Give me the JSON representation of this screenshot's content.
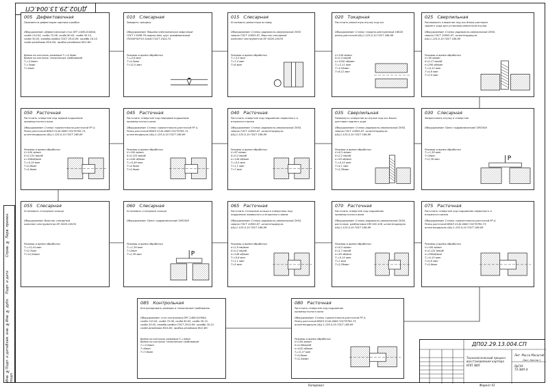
{
  "stamp_code": "ДП02.29.13.004.СП",
  "title_block": {
    "code": "ДП02.29.13.004.СП",
    "name": "Технологический процесс восстановления картера КПП ЗИЛ",
    "literal": "Лит.  Масса  Масштаб",
    "organization": "ЯрГАУ\nТЭ-ЗИЛ-4",
    "sheets": "Лист  Листов 1"
  },
  "footer": {
    "copied": "Копировал",
    "format": "Формат А1"
  },
  "side_labels": [
    "Перв. примен.",
    "Справ. №",
    "Подп. и дата",
    "Инв. № дубл.",
    "Взам. инв. №",
    "Подп. и дата",
    "Инв. № подл."
  ],
  "operations": [
    {
      "id": "op005",
      "num": "005",
      "name": "Дефектовочная",
      "desc": "Произвести дефектацию картера коробки",
      "equip": "Оборудование: Дефектовочный стол ОРГ-1468-01080А,\nскоба 110.05, скоба 72.06, скоба 90.05, скоба 30.15,\nскоба 30.05, калибр-пробка ГОСТ 2015-89, калибр 16.15,\nскоба резьбовая М10-6Н, пробка резьбовая М12-6Н",
      "regimes": "Время на контроль размеров  Тₒ=4,0мин\nВремя на контроль технических требований\nТₒ=2,0мин\nТₒ=3мин\nТ=1мин"
    },
    {
      "id": "op010",
      "num": "010",
      "name": "Слесарная",
      "desc": "Заварить трещину",
      "equip": "Оборудование: Машина электрическая сварочный\nГОСТ 11096-76 сварка 4мм, круг шлифовальный\nПП400*40*10 24А40 ГОСТ 2424-75",
      "regimes": "Режимы и время обработки\nТₒ=2,6 мин\nТ=4,5мин\nТ=12,5 мин"
    },
    {
      "id": "op015",
      "num": "015",
      "name": "Слесарная",
      "desc": "Установить ремонтную вставку",
      "equip": "Оборудование: Станок радиально-сверлильный 2Н55\nсверло ГОСТ 10903-87, Верстак слесарный\nкомплект инструментов ОР-5526-1УХЛ4",
      "regimes": "Режимы и время обработки\nТₒ=3,2 мин\nТ=7,4 мин\nТ=6 мин"
    },
    {
      "id": "op020",
      "num": "020",
      "name": "Токарная",
      "desc": "Расточить ремонтную втулку под ось",
      "equip": "Оборудование: Станок токарно-винторезный 16К20\nрезец расточной ШЦ-1-125-0,10 ГОСТ 166-89",
      "regimes": "V=158 м/мин\nS=0,4 мм/об\nn=1030 об/мин\nТₒ=2,11 мин\nТ=3,05мин\nТ=6,12 мин"
    },
    {
      "id": "op025",
      "num": "025",
      "name": "Сверлильная",
      "desc": "Рассверлить отверстие под ось блока шестерен\nзаднего хода для установки ремонтной втулки",
      "equip": "Оборудование: Станок радиально-сверлильный 2Н55,\nсверло ГОСТ 10903-87, штангенциркуль\nШЦ-1-125-0,10 ГОСТ 166-89",
      "regimes": "Режимы и время обработки\nV=30 м/мин\nS=0,17 мм/об\nn=290 об/мин\nТₒ=0,12 мин\nТ=4,6 мин\nТ=2,9 мин"
    },
    {
      "id": "op050",
      "num": "050",
      "name": "Расточная",
      "desc": "Расточить отверстие под задний подшипник\nпромежуточного вала",
      "equip": "Оборудование: Станок горизонтально-расточной РР-4,\nРезец расточной ВК8Л 2140-0060 ГОСТ9795-73,\nштангенциркуль ШЦ-1-125-0,10 ГОСТ 166-89",
      "regimes": "Режимы и время обработки\nV=100 м/мин\nS=0,125 мм/об\nn=308об/мин\nТₒ=0,19 мин\nТ=0,8мин\nТ=5,9мин"
    },
    {
      "id": "op045",
      "num": "045",
      "name": "Расточная",
      "desc": "Расточить отверстие под передний подшипник\nпромежуточного вала",
      "equip": "Оборудование: Станок горизонтально-расточной РР-4,\nРезец расточной ВК8Л 2140-0060 ГОСТ9795-73,\nштангенциркуль ШЦ-1-125-0,10 ГОСТ 166-89",
      "regimes": "Режимы и время обработки\nV=100 м/мин\nS=0,125 мм/об\nn=448 об/мин\nТₒ=0,49 мин\nТ=4,9мин\nТ=5,9мин"
    },
    {
      "id": "op040",
      "num": "040",
      "name": "Расточная",
      "desc": "Расточить отверстие под подшипник первичного и\nвторичного валов",
      "equip": "Оборудование: Станок радиально-сверлильный 2Н55,\nсверло ГОСТ 10903-87, штангенциркуль\nШЦ-1-125-0,10 ГОСТ 166-89",
      "regimes": "Режимы и время обработки\nV=87 м/мин\nS=0,2 мм/об\nn=148 об/мин\nТₒ=0,5 мин\nТ=1,1 мин\nТ=7 мин"
    },
    {
      "id": "op035",
      "num": "035",
      "name": "Сверлильная",
      "desc": "Развернуть отверстие во втулке под ось блока\nшестерен заднего хода",
      "equip": "Оборудование: Станок радиально-сверлильный 2Н55,\nсверло ГОСТ 10903-87, штангенциркуль\nШЦ-1-125-0,10 ГОСТ 166-89",
      "regimes": "Режимы и время обработки\nV=6,3 м/мин\nS=2,2 мм/об\nn=49 об/мин\nТₒ=0,15 мин\nТ=5,1 мин\nТ=2,29мин"
    },
    {
      "id": "op030",
      "num": "030",
      "name": "Слесарная",
      "desc": "Запрессовать втулку в отверстие",
      "equip": "Оборудование: Пресс гидравлический ГАРО308",
      "regimes": "Режимы и время обработки\nТₒ=1,39 мин\nТ=2мин\nТ=2,39 мин"
    },
    {
      "id": "op055",
      "num": "055",
      "name": "Слесарная",
      "desc": "Установить стопорные кольца",
      "equip": "Оборудование: Верстак слесарный\nкомплект инструментов ОР-5526-1УХЛ4",
      "regimes": "Режимы и время обработки\nТₒ=13,44 мин\nТ=0,7мин\nТ=14,54мин"
    },
    {
      "id": "op060",
      "num": "060",
      "name": "Слесарная",
      "desc": "Установить стопорные кольца",
      "equip": "Оборудование: Пресс гидравлический ГАРО308",
      "regimes": "Режимы и время обработки\nТₒ=1,39 мин\nТ=2мин\nТ=2,39 мин"
    },
    {
      "id": "op065",
      "num": "065",
      "name": "Расточная",
      "desc": "Расточить стопорные кольца в отверстиях под\nподшипник первичного и вторичного валов",
      "equip": "Оборудование: Станок радиально-сверлильный 2Н55,\nсверло ГОСТ 10903-87, штангенциркуль\nШЦ-1-125-0,10 ГОСТ 166-89",
      "regimes": "Режимы и время обработки\nn=2,9 мм/мин\nS=0,2 мм/об\nn=148 об/мин\nТₒ=0,6 мин\nТ=1,1 мин\nТ=5 мин"
    },
    {
      "id": "op070",
      "num": "070",
      "name": "Расточная",
      "desc": "Расточить отверстие под подшипник\nпромежуточного вала",
      "equip": "Оборудование: Станок радиально-сверлильный 2Н55,\nрасточник, разбортовка НМ 100-106, штангенциркуль\nШЦ-1-125-0,10 ГОСТ 166-89",
      "regimes": "Режимы и время обработки\nV=6,3 м/мин\nS=2,7 мм/об\nn=49 об/мин\nТₒ=0,15 мин\nТ=1 мин\nТ=2,29мин"
    },
    {
      "id": "op075",
      "num": "075",
      "name": "Расточная",
      "desc": "Расточить отверстие под подшипник первичного и\nвторичного валов",
      "equip": "Оборудование: Станок горизонтально-расточной РР-4,\nРезец расточной ВК8Л 2140-0060 ГОСТ9795-73,\nштангенциркуль ШЦ-1-125-0,10 ГОСТ 166-89",
      "regimes": "Режимы и время обработки\nV=100 м/мин\nS=0,125 мм/об\nn=290об/мин\nТₒ=0,15 мин\nТ=0,8 мин\nТ=5,6мин"
    },
    {
      "id": "op085",
      "num": "085",
      "name": "Контрольная",
      "desc": "Контролировать размеры и технические требования",
      "equip": "Оборудование: стол контролера ОРГ-1468-01090А,\nскоба 110.05, скоба 72.06, скоба 90.05, скоба 30.15,\nскоба 30.05, калибр-пробка ГОСТ 2015-89, калибр 16.15,\nскоба резьбовая М10-6Н, пробка резьбовая М12-6Н",
      "regimes": "Время на контроль размеров  Тₒ=4мин\nВремя на контроль технических требований\nТₒ=2,0мин\nТ=6мин\nТ=7,6мин"
    },
    {
      "id": "op080",
      "num": "080",
      "name": "Расточная",
      "desc": "Расточить отверстие под подшипник\nпромежуточного вала",
      "equip": "Оборудование: Станок горизонтально-расточной РР-4,\nРезец расточной ВК8Л 2140-0060 ГОСТ9795-73,\nштангенциркуль ШЦ-1-125-0,10 ГОСТ 166-89",
      "regimes": "Режимы и время обработки\nV=100 м/мин\nS=0,09мм/об\nn=442 об/мин\nТₒ=0,17 мин\nТ=0,8мин\nТ=5,54мин"
    }
  ]
}
